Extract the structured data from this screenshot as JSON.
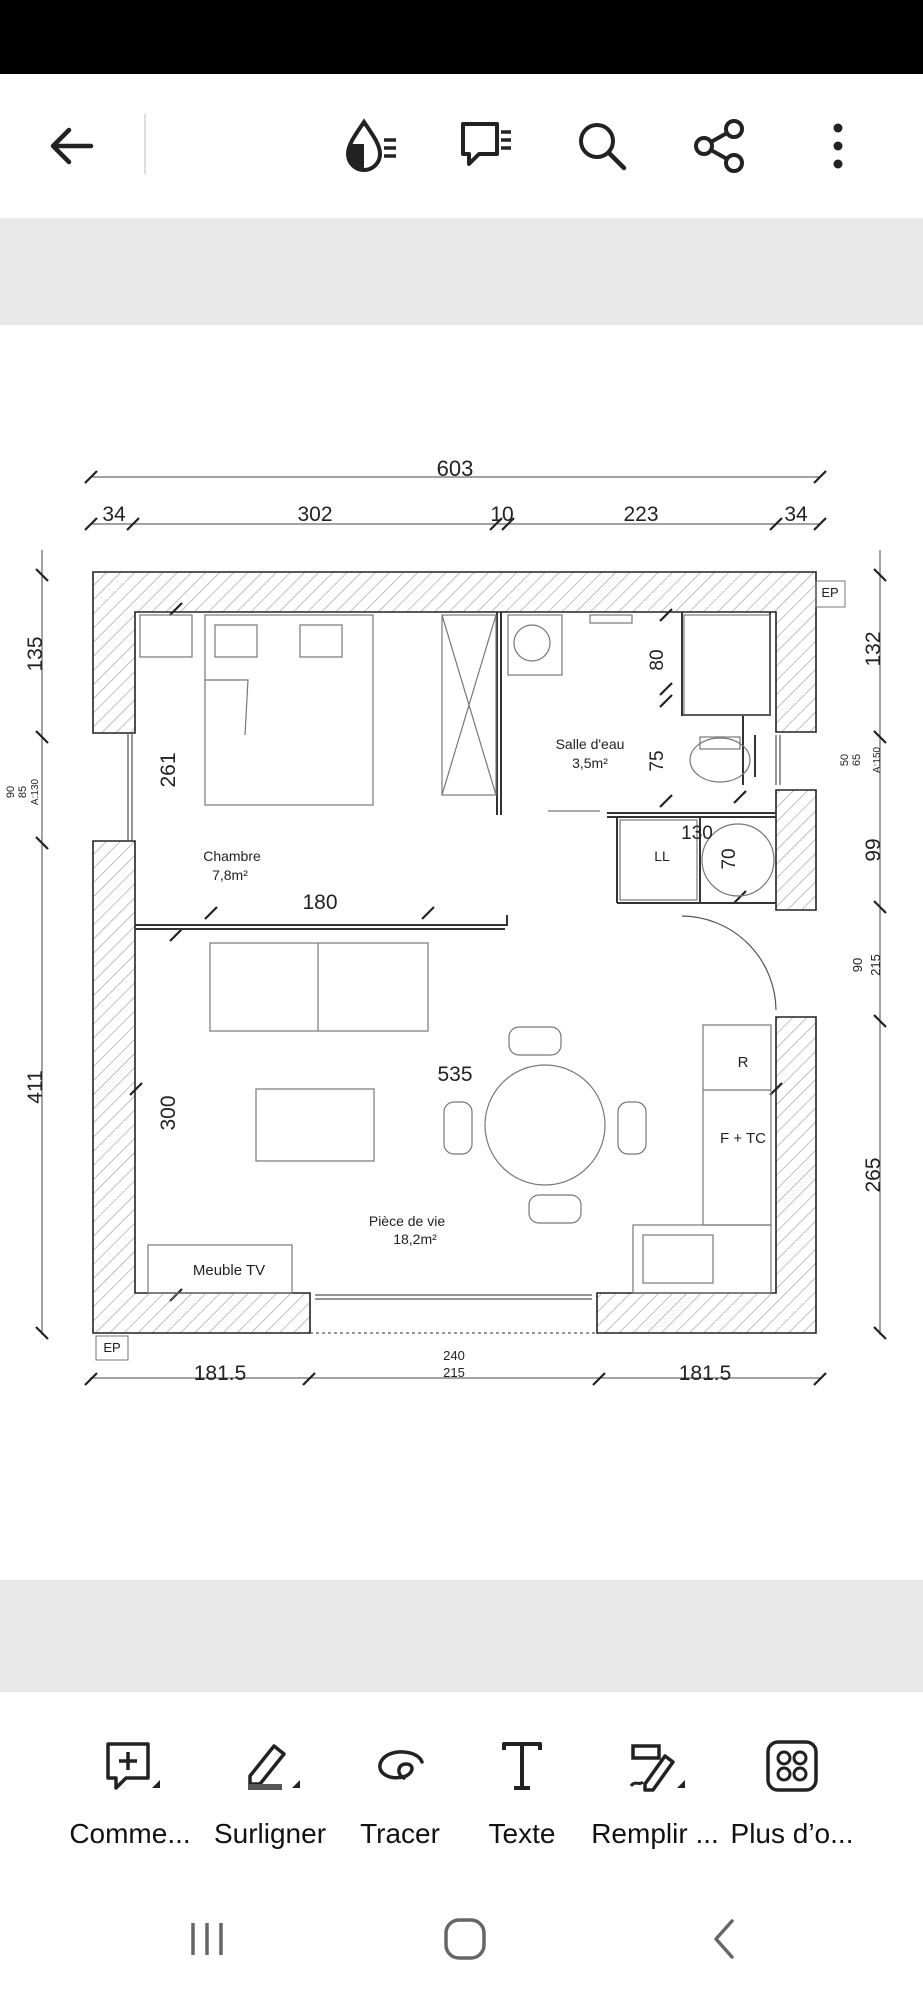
{
  "header": {
    "icons": [
      "back-arrow-icon",
      "read-aloud-icon",
      "comments-list-icon",
      "search-icon",
      "share-icon",
      "more-vert-icon"
    ]
  },
  "plan": {
    "dims": {
      "total_width": "603",
      "top_34_left": "34",
      "top_302": "302",
      "top_10": "10",
      "top_223": "223",
      "top_34_right": "34",
      "left_135": "135",
      "left_window": [
        "90",
        "85",
        "A:130"
      ],
      "left_411": "411",
      "right_132": "132",
      "right_window": [
        "50",
        "65",
        "A:150"
      ],
      "right_99": "99",
      "right_door": [
        "90",
        "215"
      ],
      "right_265": "265",
      "bottom_left": "181.5",
      "bottom_door": [
        "240",
        "215"
      ],
      "bottom_right": "181.5",
      "dim_261": "261",
      "dim_180": "180",
      "dim_300": "300",
      "dim_535": "535",
      "dim_80": "80",
      "dim_75": "75",
      "dim_130": "130",
      "dim_70": "70"
    },
    "rooms": {
      "chambre": {
        "name": "Chambre",
        "area": "7,8m²"
      },
      "salle": {
        "name": "Salle d'eau",
        "area": "3,5m²"
      },
      "piece": {
        "name": "Pièce de vie",
        "area": "18,2m²"
      }
    },
    "labels": {
      "ep_top": "EP",
      "ep_bottom": "EP",
      "ll": "LL",
      "r": "R",
      "f_tc": "F + TC",
      "meuble_tv": "Meuble TV"
    }
  },
  "toolbar": {
    "items": [
      {
        "label": "Comme...",
        "icon": "add-comment-icon"
      },
      {
        "label": "Surligner",
        "icon": "highlighter-icon"
      },
      {
        "label": "Tracer",
        "icon": "draw-icon"
      },
      {
        "label": "Texte",
        "icon": "text-icon"
      },
      {
        "label": "Remplir ...",
        "icon": "fill-sign-icon"
      },
      {
        "label": "Plus d’o...",
        "icon": "more-tools-icon"
      }
    ]
  },
  "navbar": {
    "icons": [
      "recent-apps-icon",
      "home-icon",
      "back-icon"
    ]
  }
}
